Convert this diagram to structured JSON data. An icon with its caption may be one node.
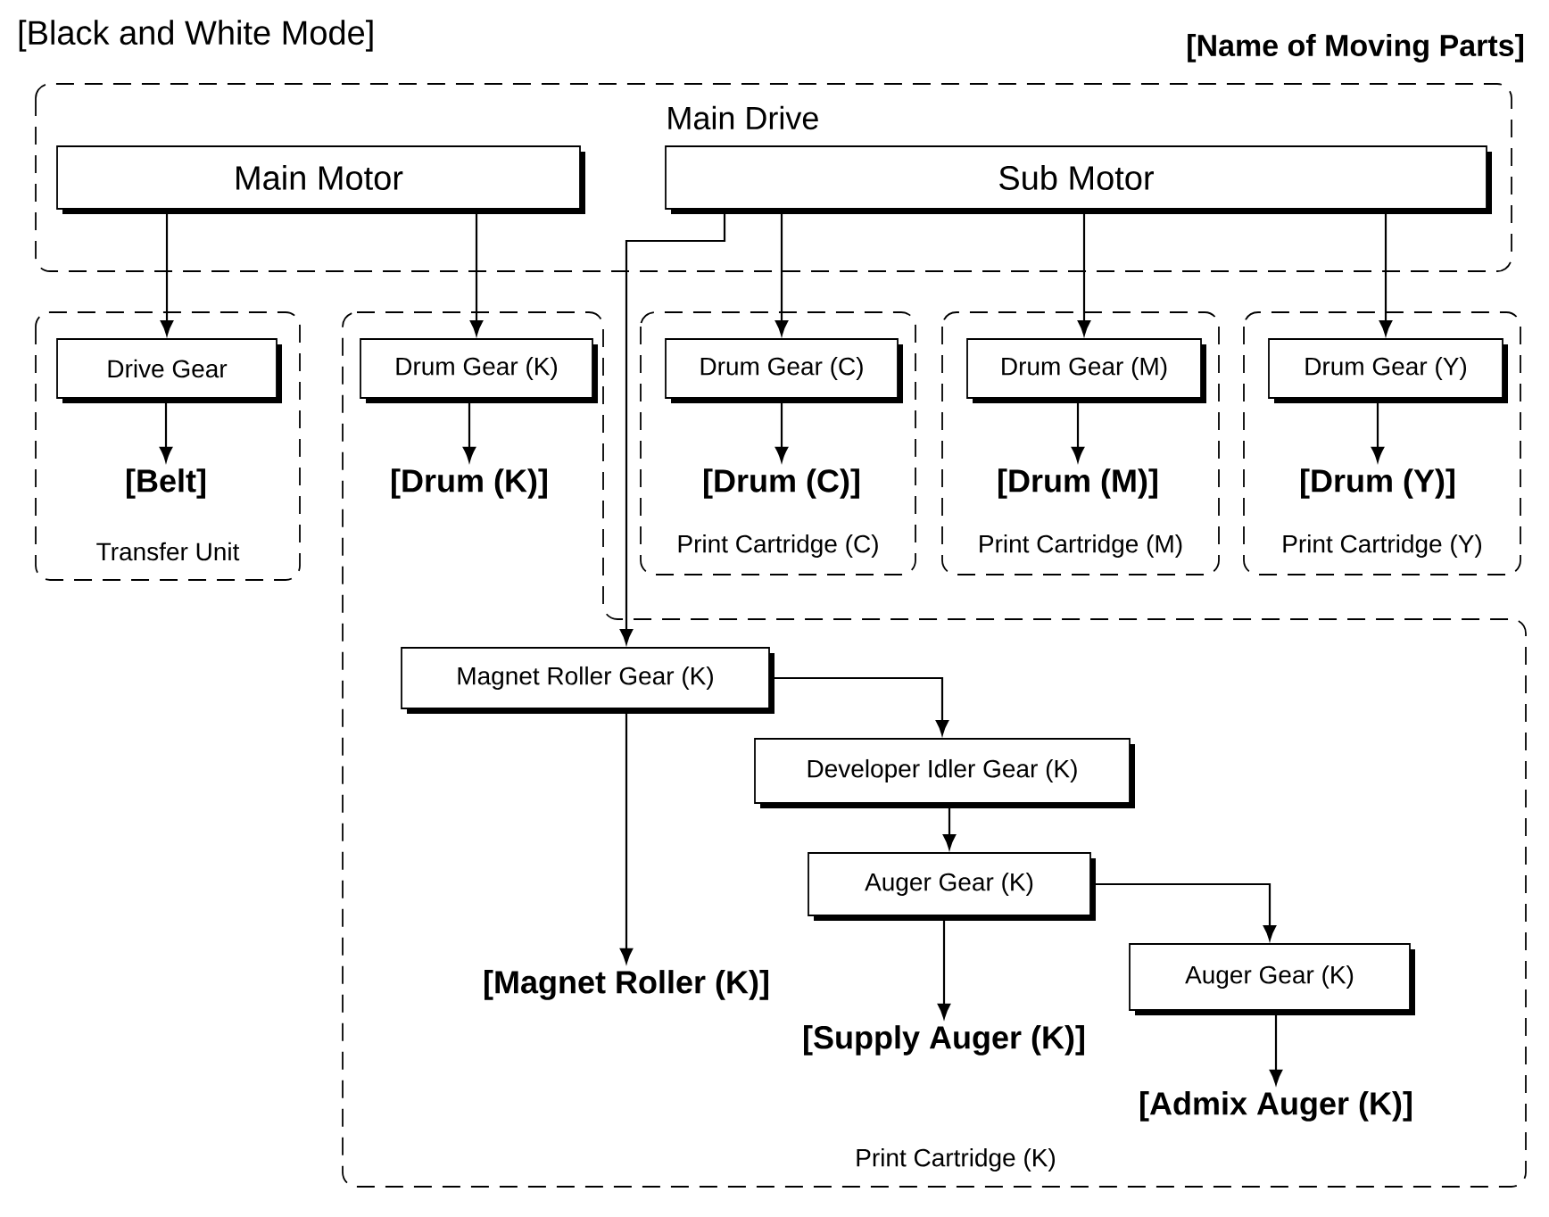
{
  "diagram": {
    "title": "[Black and White Mode]",
    "nodes": [
      {
        "text": [
          "Main Drive"
        ]
      },
      {
        "text": [
          "Main Motor"
        ],
        "in": 0
      },
      {
        "text": [
          "Sub Motor"
        ],
        "in": 0
      },
      {
        "text": [
          "Transfer Unit"
        ]
      },
      {
        "text": [
          "Drive Gear"
        ],
        "in": 3
      },
      {
        "text": [
          "[Belt]"
        ],
        "in": 3
      },
      {
        "text": [
          "Print Cartridge (K)"
        ]
      },
      {
        "text": [
          "Drum Gear (K)"
        ],
        "in": 6
      },
      {
        "text": [
          "[Drum (K)]"
        ],
        "in": 6
      },
      {
        "text": [
          "Print Cartridge (C)"
        ]
      },
      {
        "text": [
          "Drum Gear (C)"
        ],
        "in": 9
      },
      {
        "text": [
          "[Drum (C)]"
        ],
        "in": 9
      },
      {
        "text": [
          "Print Cartridge (M)"
        ]
      },
      {
        "text": [
          "Drum Gear (M)"
        ],
        "in": 12
      },
      {
        "text": [
          "[Drum (M)]"
        ],
        "in": 12
      },
      {
        "text": [
          "Print Cartridge (Y)"
        ]
      },
      {
        "text": [
          "Drum Gear (Y)"
        ],
        "in": 15
      },
      {
        "text": [
          "[Drum (Y)]"
        ],
        "in": 15
      },
      {
        "text": [
          "Magnet Roller Gear (K)"
        ],
        "in": 6
      },
      {
        "text": [
          "Developer Idler Gear (K)"
        ],
        "in": 6
      },
      {
        "text": [
          "Auger Gear (K)"
        ],
        "in": 6
      },
      {
        "text": [
          "Auger Gear (K)"
        ],
        "in": 6
      },
      {
        "text": [
          "[Magnet Roller (K)]"
        ],
        "in": 6
      },
      {
        "text": [
          "[Supply Auger (K)]"
        ],
        "in": 6
      },
      {
        "text": [
          "[Admix Auger (K)]"
        ],
        "in": 6
      }
    ],
    "edges": [
      {
        "from": 1,
        "to": 4,
        "arrow": "to"
      },
      {
        "from": 1,
        "to": 7,
        "arrow": "to"
      },
      {
        "from": 2,
        "to": 18,
        "arrow": "to"
      },
      {
        "from": 2,
        "to": 10,
        "arrow": "to"
      },
      {
        "from": 2,
        "to": 13,
        "arrow": "to"
      },
      {
        "from": 2,
        "to": 16,
        "arrow": "to"
      },
      {
        "from": 4,
        "to": 5,
        "arrow": "to"
      },
      {
        "from": 7,
        "to": 8,
        "arrow": "to"
      },
      {
        "from": 10,
        "to": 11,
        "arrow": "to"
      },
      {
        "from": 13,
        "to": 14,
        "arrow": "to"
      },
      {
        "from": 16,
        "to": 17,
        "arrow": "to"
      },
      {
        "from": 18,
        "to": 22,
        "arrow": "to"
      },
      {
        "from": 18,
        "to": 19,
        "arrow": "to"
      },
      {
        "from": 19,
        "to": 20,
        "arrow": "to"
      },
      {
        "from": 20,
        "to": 23,
        "arrow": "to"
      },
      {
        "from": 20,
        "to": 21,
        "arrow": "to"
      },
      {
        "from": 21,
        "to": 24,
        "arrow": "to"
      }
    ],
    "labels": [
      "[Name of Moving Parts]"
    ]
  }
}
